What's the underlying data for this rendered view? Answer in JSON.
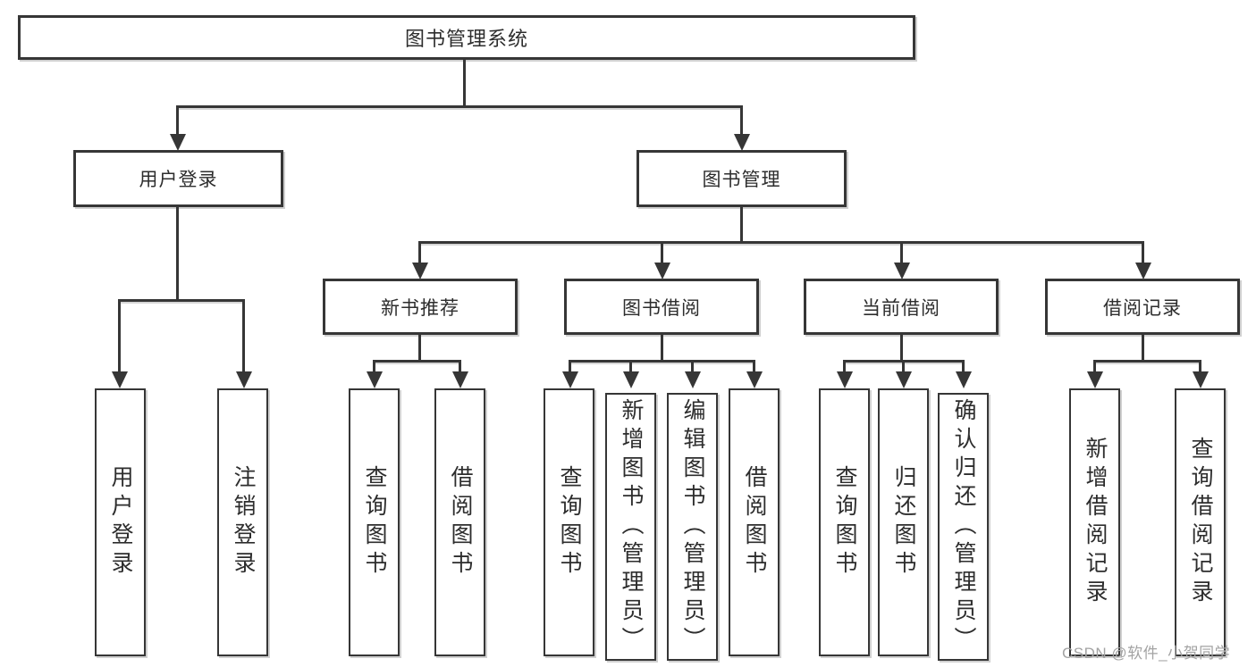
{
  "diagram": {
    "colors": {
      "line": "#363636",
      "border": "#363636",
      "text": "#2d2d2d",
      "watermark": "#a3a3a3",
      "background": "#ffffff"
    },
    "tree": {
      "root": {
        "label": "图书管理系统"
      },
      "branches": [
        {
          "label": "用户登录",
          "leaves": [
            {
              "label": "用户登录"
            },
            {
              "label": "注销登录"
            }
          ]
        },
        {
          "label": "图书管理",
          "groups": [
            {
              "label": "新书推荐",
              "leaves": [
                {
                  "label": "查询图书"
                },
                {
                  "label": "借阅图书"
                }
              ]
            },
            {
              "label": "图书借阅",
              "leaves": [
                {
                  "label": "查询图书"
                },
                {
                  "label": "新增图书（管理员）"
                },
                {
                  "label": "编辑图书（管理员）"
                },
                {
                  "label": "借阅图书"
                }
              ]
            },
            {
              "label": "当前借阅",
              "leaves": [
                {
                  "label": "查询图书"
                },
                {
                  "label": "归还图书"
                },
                {
                  "label": "确认归还（管理员）"
                }
              ]
            },
            {
              "label": "借阅记录",
              "leaves": [
                {
                  "label": "新增借阅记录"
                },
                {
                  "label": "查询借阅记录"
                }
              ]
            }
          ]
        }
      ]
    },
    "watermark": {
      "text": "CSDN @软件_小贺同学"
    }
  }
}
